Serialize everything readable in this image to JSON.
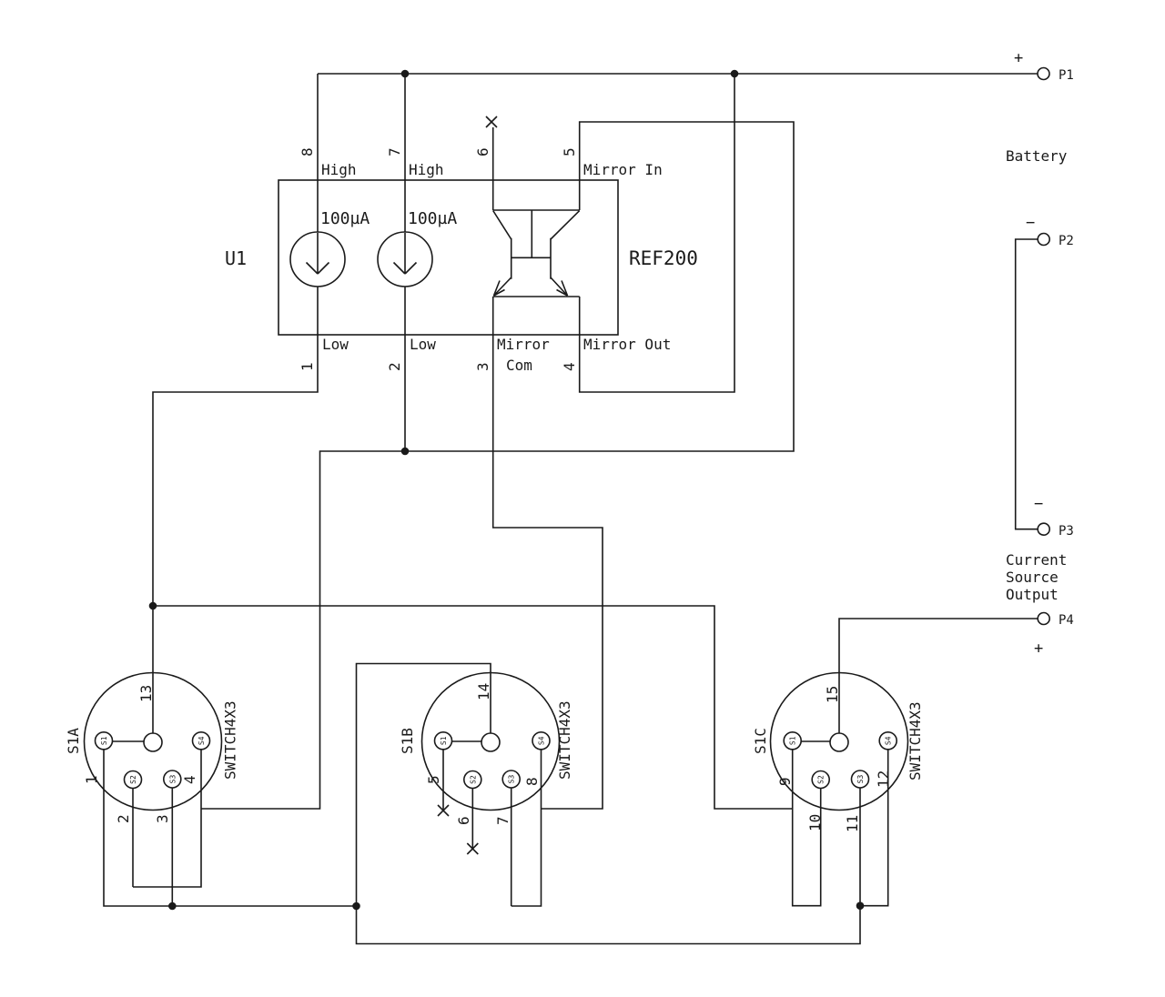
{
  "colors": {
    "ink": "#1a1a1a",
    "background": "#ffffff"
  },
  "ic": {
    "designator": "U1",
    "part": "REF200",
    "source1_value": "100µA",
    "source2_value": "100µA",
    "pin8_num": "8",
    "pin8_name": "High",
    "pin7_num": "7",
    "pin7_name": "High",
    "pin6_num": "6",
    "pin5_num": "5",
    "pin5_name": "Mirror In",
    "pin1_num": "1",
    "pin1_name": "Low",
    "pin2_num": "2",
    "pin2_name": "Low",
    "pin3_num": "3",
    "pin3_name_line1": "Mirror",
    "pin3_name_line2": "Com",
    "pin4_num": "4",
    "pin4_name": "Mirror Out"
  },
  "switches": {
    "s1a": {
      "designator": "S1A",
      "type": "SWITCH4X3",
      "common_pin": "13",
      "c1_label": "S1",
      "c2_label": "S2",
      "c3_label": "S3",
      "c4_label": "S4",
      "c1_pin": "1",
      "c2_pin": "2",
      "c3_pin": "3",
      "c4_pin": "4"
    },
    "s1b": {
      "designator": "S1B",
      "type": "SWITCH4X3",
      "common_pin": "14",
      "c1_label": "S1",
      "c2_label": "S2",
      "c3_label": "S3",
      "c4_label": "S4",
      "c1_pin": "5",
      "c2_pin": "6",
      "c3_pin": "7",
      "c4_pin": "8"
    },
    "s1c": {
      "designator": "S1C",
      "type": "SWITCH4X3",
      "common_pin": "15",
      "c1_label": "S1",
      "c2_label": "S2",
      "c3_label": "S3",
      "c4_label": "S4",
      "c1_pin": "9",
      "c2_pin": "10",
      "c3_pin": "11",
      "c4_pin": "12"
    }
  },
  "ports": {
    "p1": {
      "label": "P1",
      "polarity": "+"
    },
    "p2": {
      "label": "P2",
      "polarity": "−"
    },
    "p3": {
      "label": "P3",
      "polarity": "−"
    },
    "p4": {
      "label": "P4",
      "polarity": "+"
    }
  },
  "annotations": {
    "battery": "Battery",
    "output_line1": "Current",
    "output_line2": "Source",
    "output_line3": "Output"
  }
}
